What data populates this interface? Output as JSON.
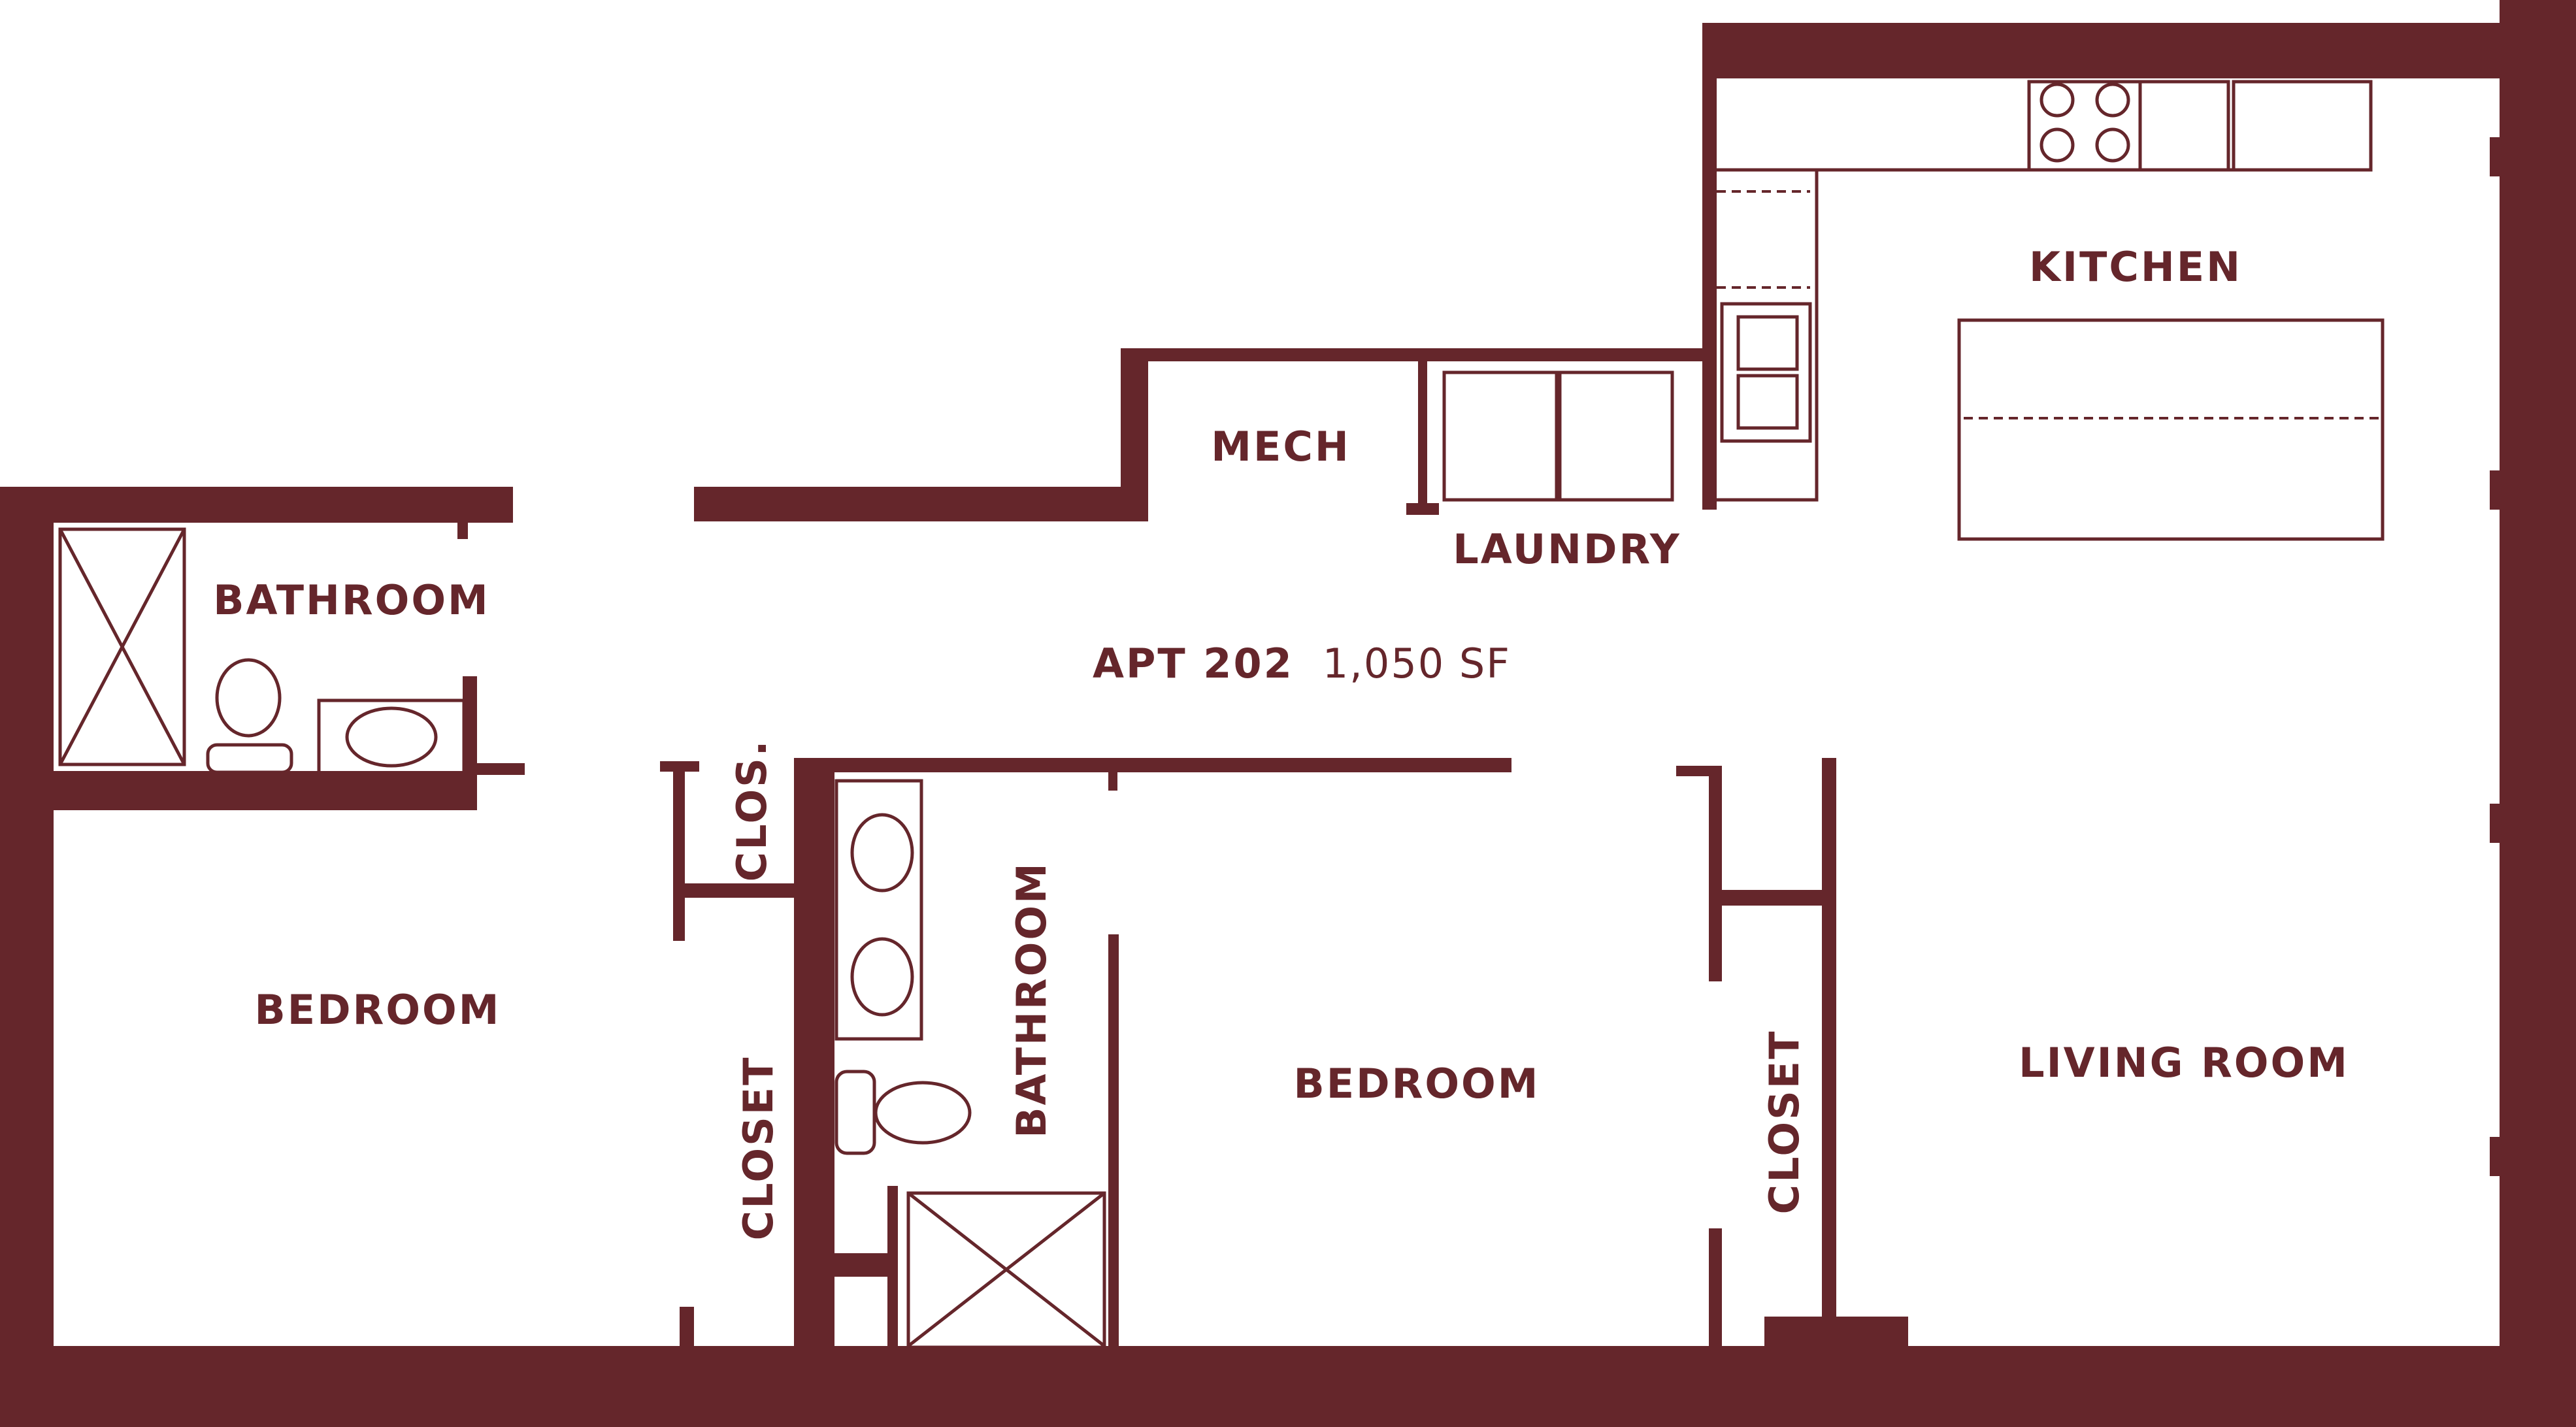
{
  "colors": {
    "wall": "#65262b",
    "background": "#ffffff"
  },
  "apartment": {
    "unit": "APT 202",
    "area": "1,050 SF"
  },
  "rooms": {
    "bathroom_left": "BATHROOM",
    "mech": "MECH",
    "laundry": "LAUNDRY",
    "kitchen": "KITCHEN",
    "closet_small": "CLOS.",
    "bedroom_left": "BEDROOM",
    "closet_left": "CLOSET",
    "bathroom_middle": "BATHROOM",
    "bedroom_middle": "BEDROOM",
    "closet_right": "CLOSET",
    "living_room": "LIVING ROOM"
  }
}
